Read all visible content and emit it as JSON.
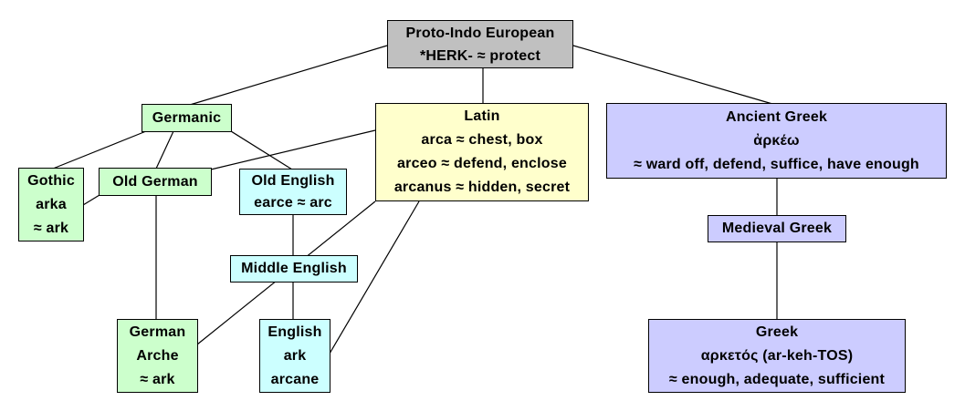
{
  "diagram": {
    "background_color": "#FFFFFF",
    "connector_color": "#000000",
    "border_color": "#000000",
    "palette": {
      "proto_language": "#C0C0C0",
      "germanic_branch": "#CCFFCC",
      "english_branch": "#CCFFFF",
      "latin_branch": "#FFFFCC",
      "greek_branch": "#CCCCFF"
    },
    "nodes": {
      "proto_indo_european": {
        "fill": "#C0C0C0",
        "lines": [
          "Proto-Indo European",
          "*HERK- ≈ protect"
        ]
      },
      "germanic": {
        "fill": "#CCFFCC",
        "lines": [
          "Germanic"
        ]
      },
      "gothic": {
        "fill": "#CCFFCC",
        "lines": [
          "Gothic",
          "arka",
          "≈ ark"
        ]
      },
      "old_german": {
        "fill": "#CCFFCC",
        "lines": [
          "Old German"
        ]
      },
      "old_english": {
        "fill": "#CCFFFF",
        "lines": [
          "Old English",
          "earce ≈ arc"
        ]
      },
      "latin": {
        "fill": "#FFFFCC",
        "lines": [
          "Latin",
          "arca ≈ chest, box",
          "arceo ≈ defend, enclose",
          "arcanus ≈ hidden, secret"
        ]
      },
      "ancient_greek": {
        "fill": "#CCCCFF",
        "lines": [
          "Ancient Greek",
          "ἀρκέω",
          "≈ ward off, defend, suffice, have enough"
        ]
      },
      "medieval_greek": {
        "fill": "#CCCCFF",
        "lines": [
          "Medieval Greek"
        ]
      },
      "middle_english": {
        "fill": "#CCFFFF",
        "lines": [
          "Middle English"
        ]
      },
      "german": {
        "fill": "#CCFFCC",
        "lines": [
          "German",
          "Arche",
          "≈ ark"
        ]
      },
      "english": {
        "fill": "#CCFFFF",
        "lines": [
          "English",
          "ark",
          "arcane"
        ]
      },
      "greek": {
        "fill": "#CCCCFF",
        "lines": [
          "Greek",
          "αρκετός (ar-keh-TOS)",
          "≈ enough, adequate, sufficient"
        ]
      }
    },
    "edges": [
      {
        "from": "proto_indo_european",
        "to": "germanic"
      },
      {
        "from": "proto_indo_european",
        "to": "latin"
      },
      {
        "from": "proto_indo_european",
        "to": "ancient_greek"
      },
      {
        "from": "germanic",
        "to": "gothic"
      },
      {
        "from": "germanic",
        "to": "old_german"
      },
      {
        "from": "germanic",
        "to": "old_english"
      },
      {
        "from": "latin",
        "to": "old_german"
      },
      {
        "from": "gothic",
        "to": "old_german"
      },
      {
        "from": "old_german",
        "to": "german"
      },
      {
        "from": "old_english",
        "to": "middle_english"
      },
      {
        "from": "middle_english",
        "to": "english"
      },
      {
        "from": "latin",
        "to": "german"
      },
      {
        "from": "latin",
        "to": "english"
      },
      {
        "from": "ancient_greek",
        "to": "medieval_greek"
      },
      {
        "from": "medieval_greek",
        "to": "greek"
      }
    ]
  }
}
